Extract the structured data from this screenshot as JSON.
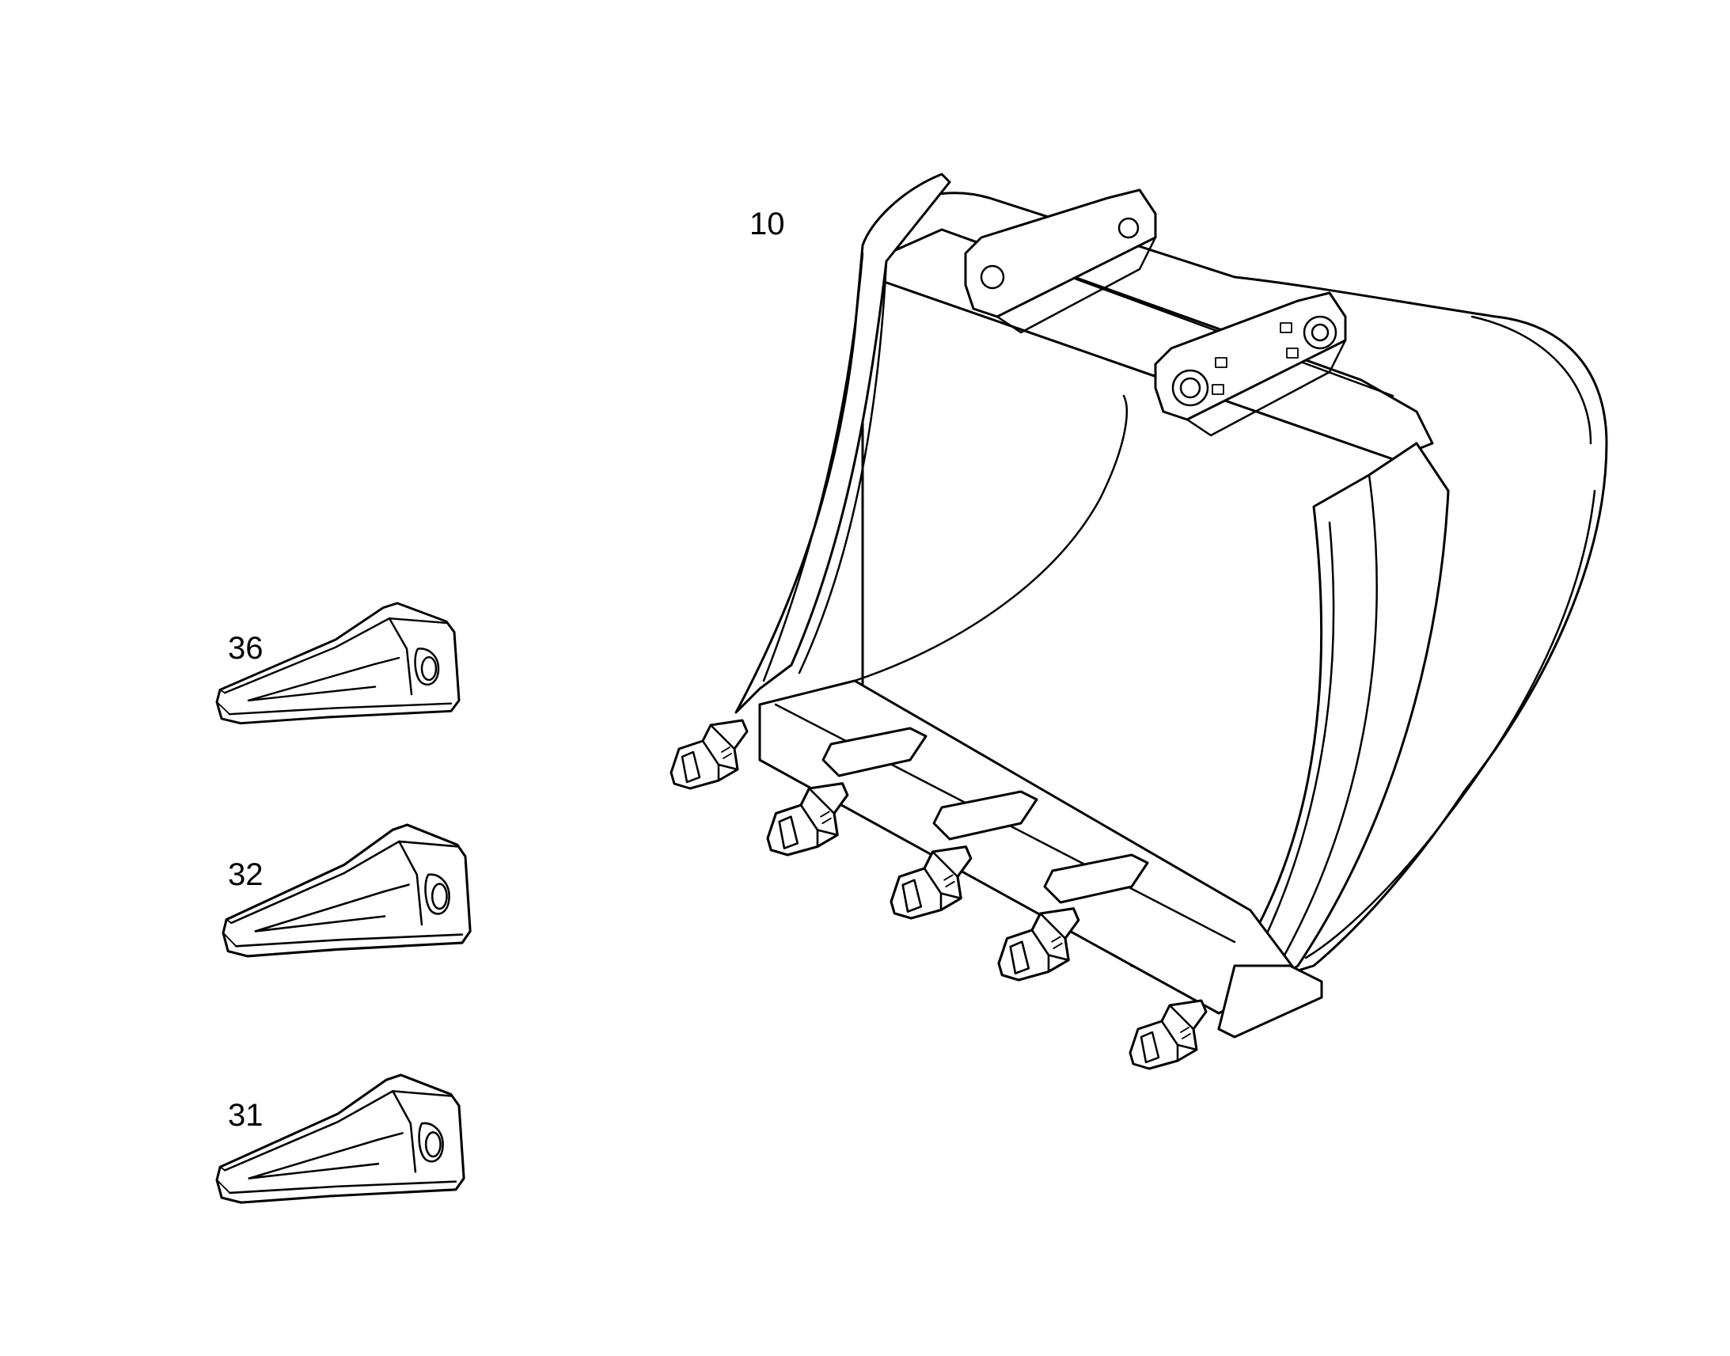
{
  "callouts": {
    "bucket": "10",
    "tooth_top": "36",
    "tooth_middle": "32",
    "tooth_bottom": "31"
  },
  "parts": [
    {
      "callout": "10",
      "icon": "excavator-bucket-icon"
    },
    {
      "callout": "36",
      "icon": "bucket-tooth-icon"
    },
    {
      "callout": "32",
      "icon": "bucket-tooth-icon"
    },
    {
      "callout": "31",
      "icon": "bucket-tooth-icon"
    }
  ],
  "colors": {
    "background": "#ffffff",
    "line": "#000000"
  }
}
